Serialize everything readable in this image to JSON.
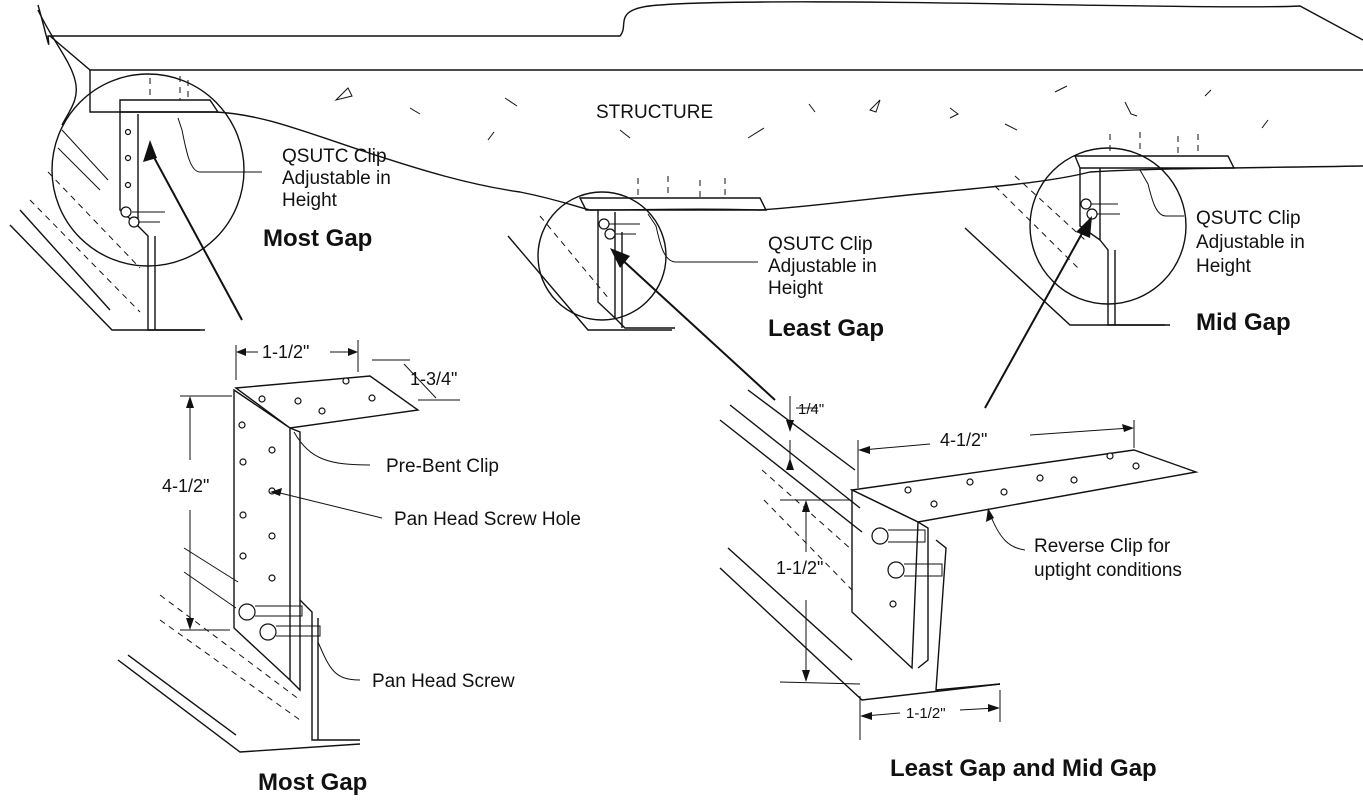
{
  "labels": {
    "structure": "STRUCTURE",
    "callout_left": [
      "QSUTC Clip",
      "Adjustable in",
      "Height"
    ],
    "callout_center": [
      "QSUTC Clip",
      "Adjustable in",
      "Height"
    ],
    "callout_right": [
      "QSUTC Clip",
      "Adjustable in",
      "Height"
    ],
    "gap_left": "Most Gap",
    "gap_center": "Least Gap",
    "gap_right": "Mid Gap",
    "pre_bent_clip": "Pre-Bent Clip",
    "pan_head_screw_hole": "Pan Head Screw Hole",
    "pan_head_screw": "Pan Head Screw",
    "reverse_clip": [
      "Reverse Clip for",
      "uptight conditions"
    ],
    "caption_left": "Most Gap",
    "caption_right": "Least Gap and Mid Gap"
  },
  "dimensions": {
    "clip_width": "1-1/2\"",
    "clip_depth": "1-3/4\"",
    "clip_height": "4-1/2\"",
    "reverse_offset": "1/4\"",
    "reverse_length": "4-1/2\"",
    "reverse_height": "1-1/2\"",
    "reverse_width": "1-1/2\""
  }
}
